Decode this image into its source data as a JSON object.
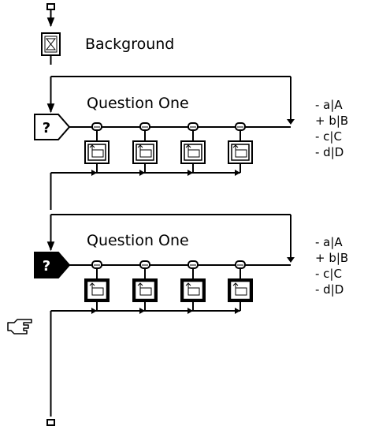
{
  "background": {
    "label": "Background"
  },
  "interactions": [
    {
      "title": "Question One",
      "style": "outline",
      "responses": [
        "- a|A",
        "+ b|B",
        "- c|C",
        "- d|D"
      ]
    },
    {
      "title": "Question One",
      "style": "filled",
      "responses": [
        "- a|A",
        "+ b|B",
        "- c|C",
        "- d|D"
      ]
    }
  ],
  "icons": {
    "start_flag": "flag-icon",
    "erase": "erase-icon",
    "question": "decision-question-icon",
    "response": "response-icon",
    "map_feedback": "map-icon",
    "pointer": "pointing-hand-icon",
    "end_flag": "flag-icon"
  },
  "colors": {
    "line": "#000000",
    "background": "#ffffff"
  }
}
